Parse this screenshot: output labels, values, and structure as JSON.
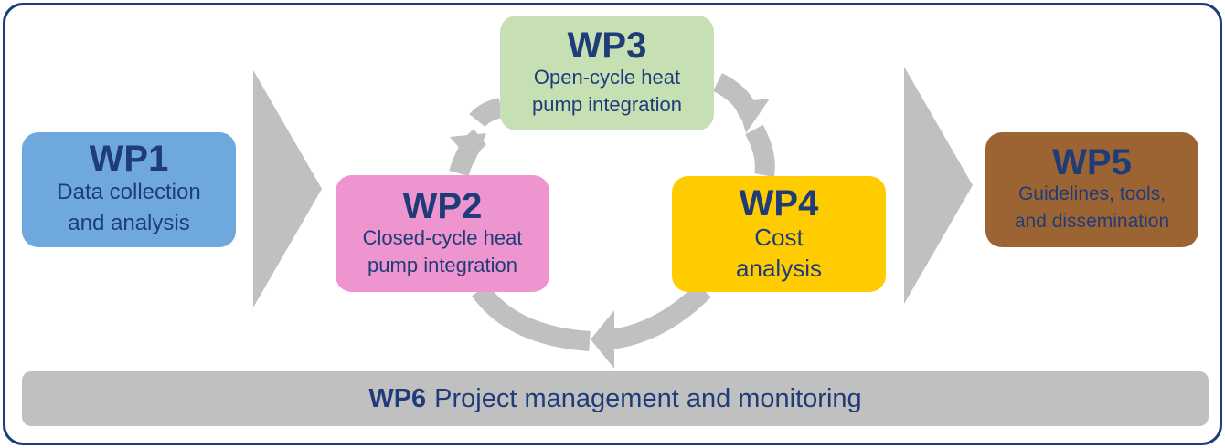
{
  "colors": {
    "border": "#1f3c78",
    "text": "#1f3c78",
    "arrow": "#c0c0c0",
    "wp1": "#6fa8dc",
    "wp2": "#ee95cf",
    "wp3": "#c6e0b4",
    "wp4": "#ffcc00",
    "wp5": "#9c6433",
    "wp6": "#c0c0c0"
  },
  "wp1": {
    "title": "WP1",
    "desc": [
      "Data collection",
      "and analysis"
    ]
  },
  "wp2": {
    "title": "WP2",
    "desc": [
      "Closed-cycle heat",
      "pump integration"
    ]
  },
  "wp3": {
    "title": "WP3",
    "desc": [
      "Open-cycle heat",
      "pump integration"
    ]
  },
  "wp4": {
    "title": "WP4",
    "desc": [
      "Cost",
      "analysis"
    ]
  },
  "wp5": {
    "title": "WP5",
    "desc": [
      "Guidelines, tools,",
      "and dissemination"
    ]
  },
  "wp6": {
    "title": "WP6",
    "desc": "Project management and monitoring"
  }
}
